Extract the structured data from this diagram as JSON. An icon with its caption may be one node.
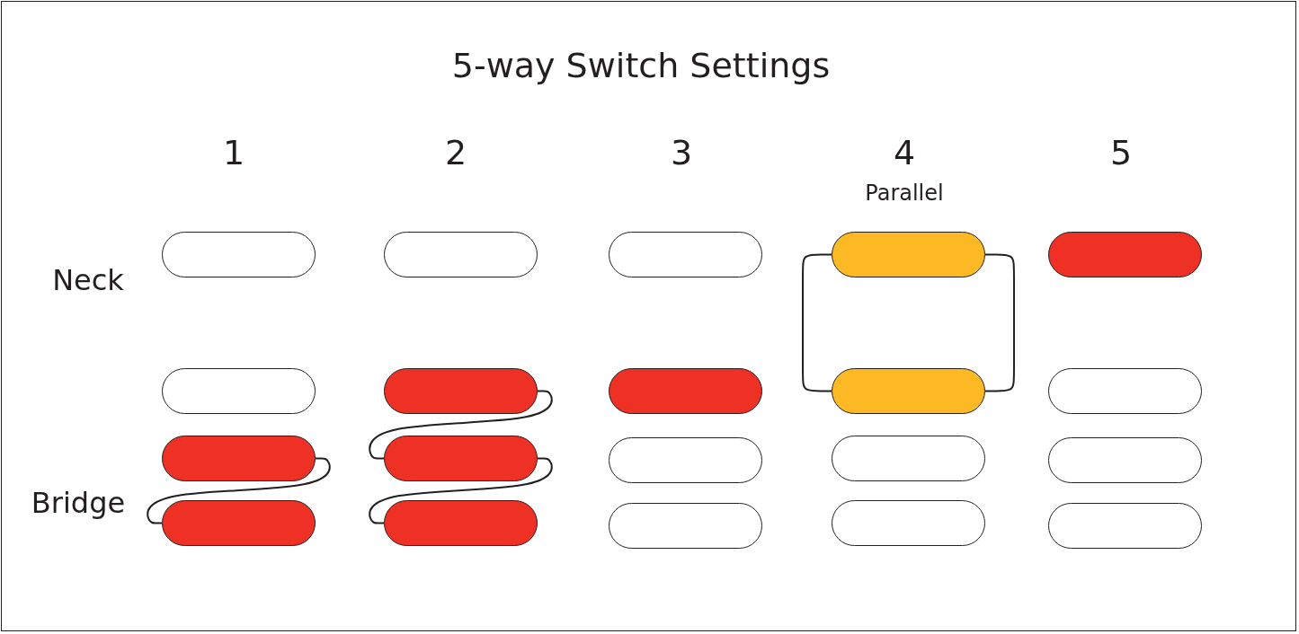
{
  "diagram": {
    "title": "5-way Switch Settings",
    "nodes": [
      {
        "text": [],
        "shape": "box"
      },
      {
        "text": [],
        "shape": "box"
      },
      {
        "text": [],
        "shape": "box"
      },
      {
        "text": [],
        "shape": "box"
      },
      {
        "text": [],
        "shape": "box"
      },
      {
        "text": [],
        "shape": "box"
      },
      {
        "text": [],
        "shape": "box"
      },
      {
        "text": [],
        "shape": "box"
      },
      {
        "text": [],
        "shape": "box"
      },
      {
        "text": [],
        "shape": "box"
      },
      {
        "text": [],
        "shape": "box"
      },
      {
        "text": [],
        "shape": "box"
      },
      {
        "text": [],
        "shape": "box"
      },
      {
        "text": [],
        "shape": "box"
      },
      {
        "text": [],
        "shape": "box"
      },
      {
        "text": [],
        "shape": "box"
      },
      {
        "text": [],
        "shape": "box"
      },
      {
        "text": [],
        "shape": "box"
      },
      {
        "text": [],
        "shape": "box"
      },
      {
        "text": [],
        "shape": "box"
      }
    ],
    "edges": [
      {
        "from": 2,
        "to": 3,
        "arrow": "none"
      },
      {
        "from": 5,
        "to": 6,
        "arrow": "none"
      },
      {
        "from": 6,
        "to": 7,
        "arrow": "none"
      },
      {
        "from": 12,
        "to": 13,
        "arrow": "none"
      },
      {
        "from": 12,
        "to": 13,
        "arrow": "none"
      }
    ],
    "labels": [
      "1",
      "2",
      "3",
      "4",
      "5",
      "Parallel",
      "Neck",
      "Bridge"
    ]
  }
}
